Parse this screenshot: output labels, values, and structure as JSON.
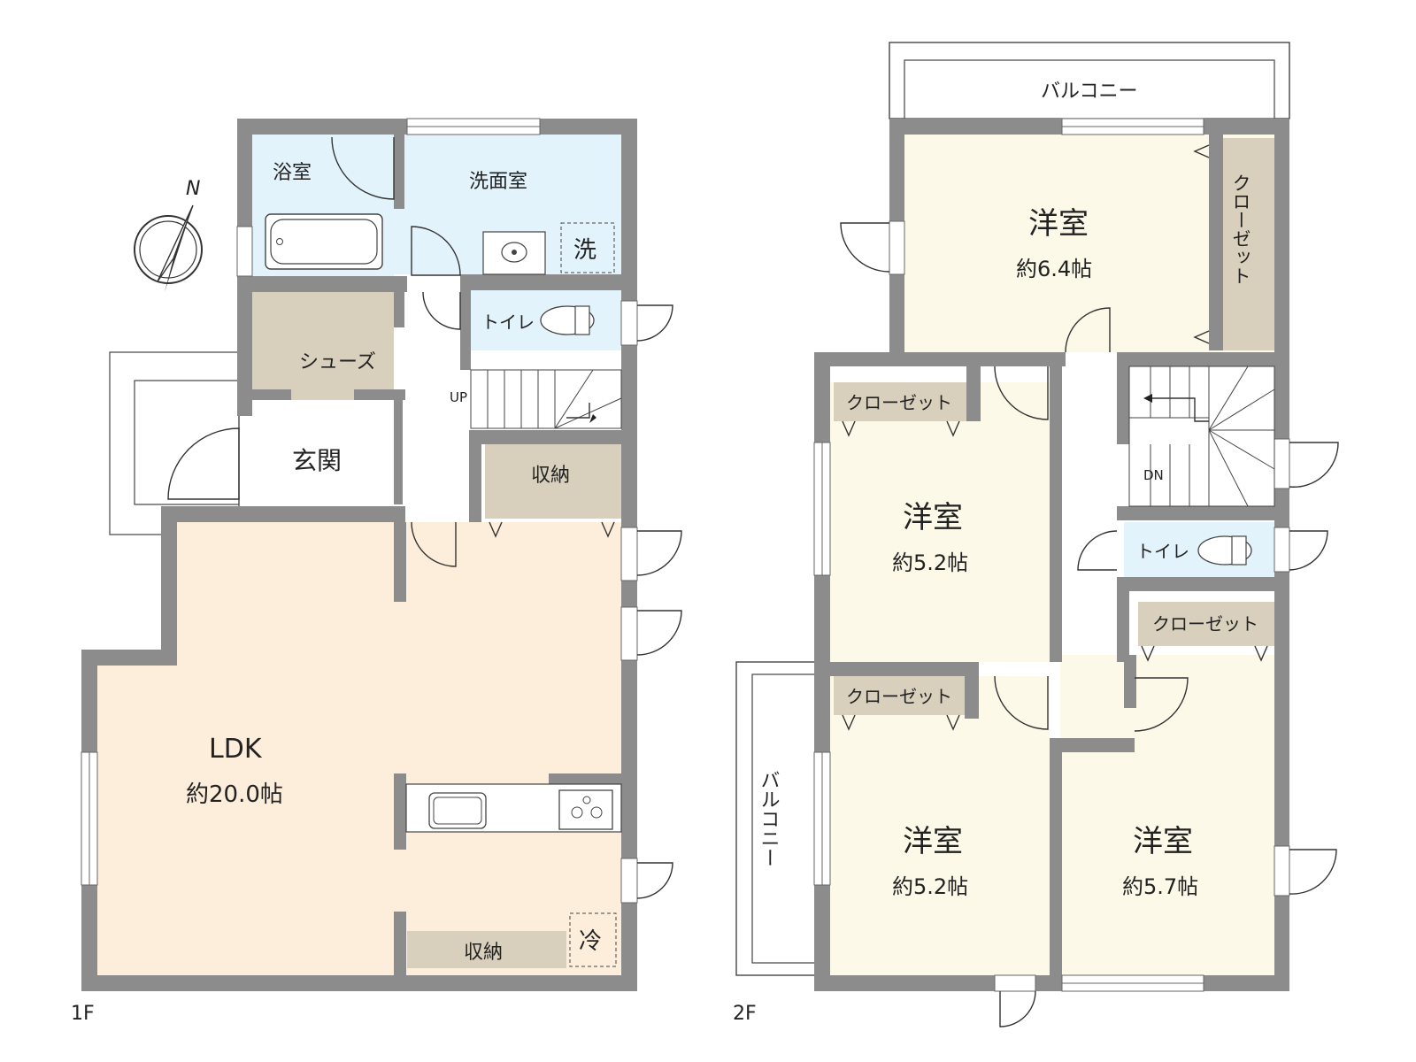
{
  "colors": {
    "wall": "#8c8c8c",
    "ldk": "#fdeedc",
    "wet": "#e3f3fb",
    "storage": "#d8cfbc",
    "bedroom": "#fcf9e8",
    "floor": "#ffffff"
  },
  "floor1": {
    "label": "1F",
    "rooms": {
      "bath": "浴室",
      "washroom": "洗面室",
      "washer": "洗",
      "toilet": "トイレ",
      "shoes": "シューズ",
      "entrance": "玄関",
      "storage_upper": "収納",
      "ldk_name": "LDK",
      "ldk_size": "約20.0帖",
      "storage_kitchen": "収納",
      "fridge": "冷"
    },
    "stairs": "UP"
  },
  "floor2": {
    "label": "2F",
    "balcony_top": "バルコニー",
    "balcony_left": "バルコニー",
    "rooms": {
      "r1_name": "洋室",
      "r1_size": "約6.4帖",
      "r1_closet": "クローゼット",
      "r2_name": "洋室",
      "r2_size": "約5.2帖",
      "r2_closet": "クローゼット",
      "r3_name": "洋室",
      "r3_size": "約5.2帖",
      "r3_closet": "クローゼット",
      "r4_name": "洋室",
      "r4_size": "約5.7帖",
      "r4_closet": "クローゼット",
      "toilet": "トイレ"
    },
    "stairs": "DN"
  },
  "compass": "N"
}
